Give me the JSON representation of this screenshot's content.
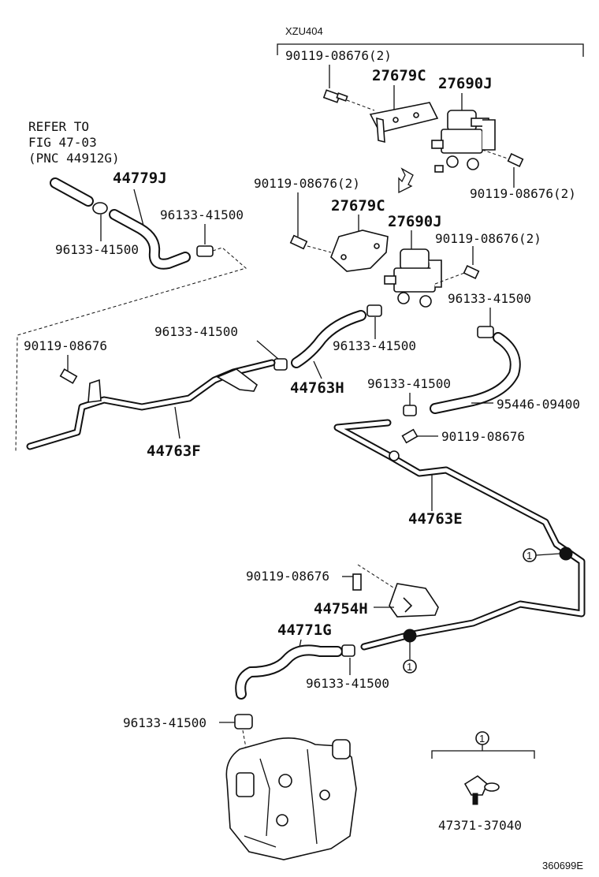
{
  "header": {
    "model_code": "XZU404",
    "image_code": "360699E"
  },
  "refer_note": {
    "line1": "REFER TO",
    "line2": "FIG 47-03",
    "line3": "(PNC 44912G)"
  },
  "callouts": {
    "bolt_top_left": "90119-08676(2)",
    "bracket_top": "27679C",
    "valve_top": "27690J",
    "bolt_top_right": "90119-08676(2)",
    "bolt_mid_left": "90119-08676(2)",
    "bracket_mid": "27679C",
    "valve_mid": "27690J",
    "bolt_mid_right": "90119-08676(2)",
    "hose_44779j": "44779J",
    "clamp_a": "96133-41500",
    "clamp_b": "96133-41500",
    "clamp_c": "96133-41500",
    "clamp_d": "96133-41500",
    "clamp_e": "96133-41500",
    "clamp_f": "96133-41500",
    "clamp_g": "96133-41500",
    "clamp_h": "96133-41500",
    "bolt_left": "90119-08676",
    "hose_44763h": "44763H",
    "pipe_44763f": "44763F",
    "hose_95446": "95446-09400",
    "bolt_e": "90119-08676",
    "pipe_44763e": "44763E",
    "bolt_bracket": "90119-08676",
    "bracket_44754h": "44754H",
    "hose_44771g": "44771G",
    "clip_part": "47371-37040",
    "ref_marker_1": "1",
    "ref_marker_2": "1",
    "ref_marker_3": "1"
  }
}
